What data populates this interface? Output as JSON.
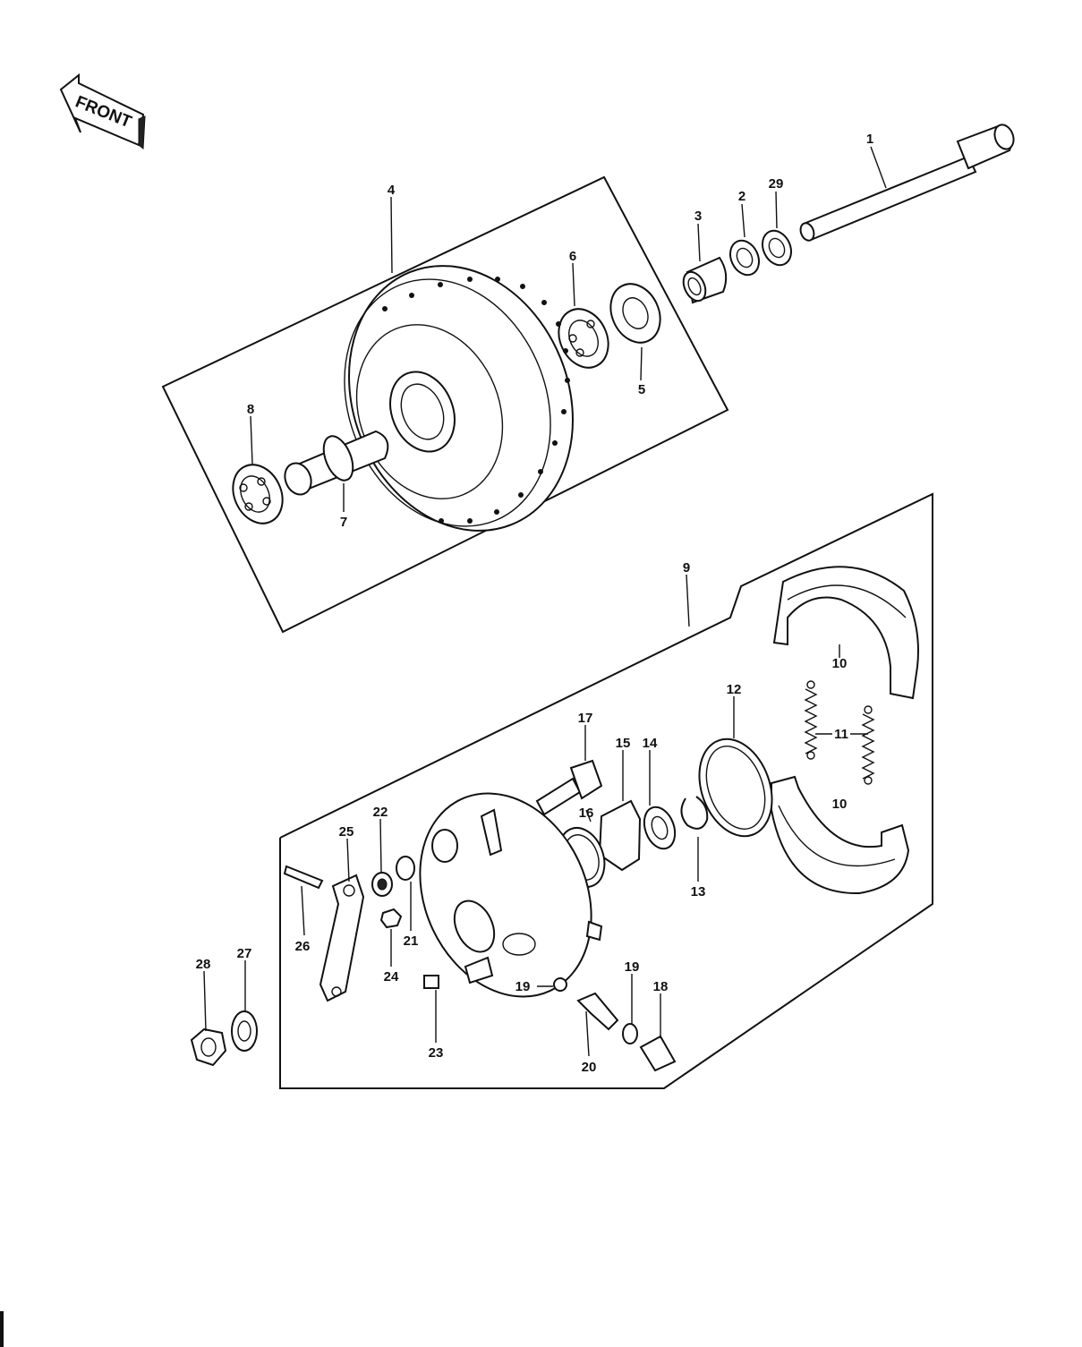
{
  "front_arrow": {
    "text": "FRONT"
  },
  "labels": {
    "p1": "1",
    "p2": "2",
    "p3": "3",
    "p4": "4",
    "p5": "5",
    "p6": "6",
    "p7": "7",
    "p8": "8",
    "p9": "9",
    "p10a": "10",
    "p10b": "10",
    "p11": "11",
    "p12": "12",
    "p13": "13",
    "p14": "14",
    "p15": "15",
    "p16": "16",
    "p17": "17",
    "p18": "18",
    "p19a": "19",
    "p19b": "19",
    "p20": "20",
    "p21": "21",
    "p22": "22",
    "p23": "23",
    "p24": "24",
    "p25": "25",
    "p26": "26",
    "p27": "27",
    "p28": "28",
    "p29": "29"
  }
}
